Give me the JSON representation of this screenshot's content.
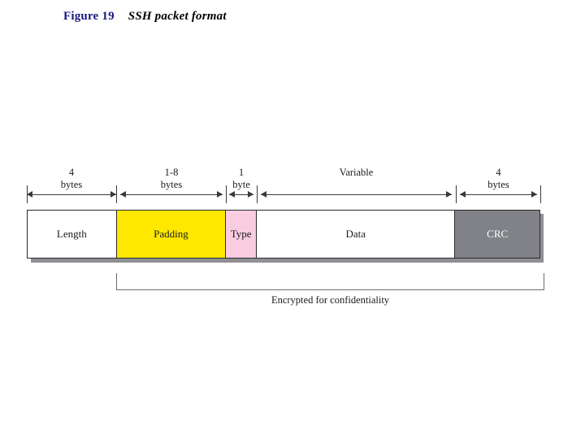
{
  "title": {
    "figure_number": "Figure 19",
    "caption": "SSH packet format"
  },
  "diagram": {
    "type": "packet-format-diagram",
    "fields": [
      {
        "name": "Length",
        "size_line1": "4",
        "size_line2": "bytes",
        "color": "#ffffff",
        "text_color": "#1b1b1b"
      },
      {
        "name": "Padding",
        "size_line1": "1-8",
        "size_line2": "bytes",
        "color": "#ffe800",
        "text_color": "#1b1b1b"
      },
      {
        "name": "Type",
        "size_line1": "1",
        "size_line2": "byte",
        "color": "#f9cce0",
        "text_color": "#1b1b1b"
      },
      {
        "name": "Data",
        "size_line1": "Variable",
        "size_line2": "",
        "color": "#ffffff",
        "text_color": "#1b1b1b"
      },
      {
        "name": "CRC",
        "size_line1": "4",
        "size_line2": "bytes",
        "color": "#808287",
        "text_color": "#ffffff"
      }
    ],
    "annotation": {
      "label": "Encrypted for confidentiality",
      "covers_from": "Padding",
      "covers_to": "CRC"
    },
    "colors": {
      "title_blue": "#191980",
      "padding_yellow": "#ffe800",
      "type_pink": "#f9cce0",
      "crc_gray": "#808287",
      "outline": "#2b2b2b",
      "shadow": "#8f8f94",
      "bracket": "#6e6e72"
    }
  }
}
